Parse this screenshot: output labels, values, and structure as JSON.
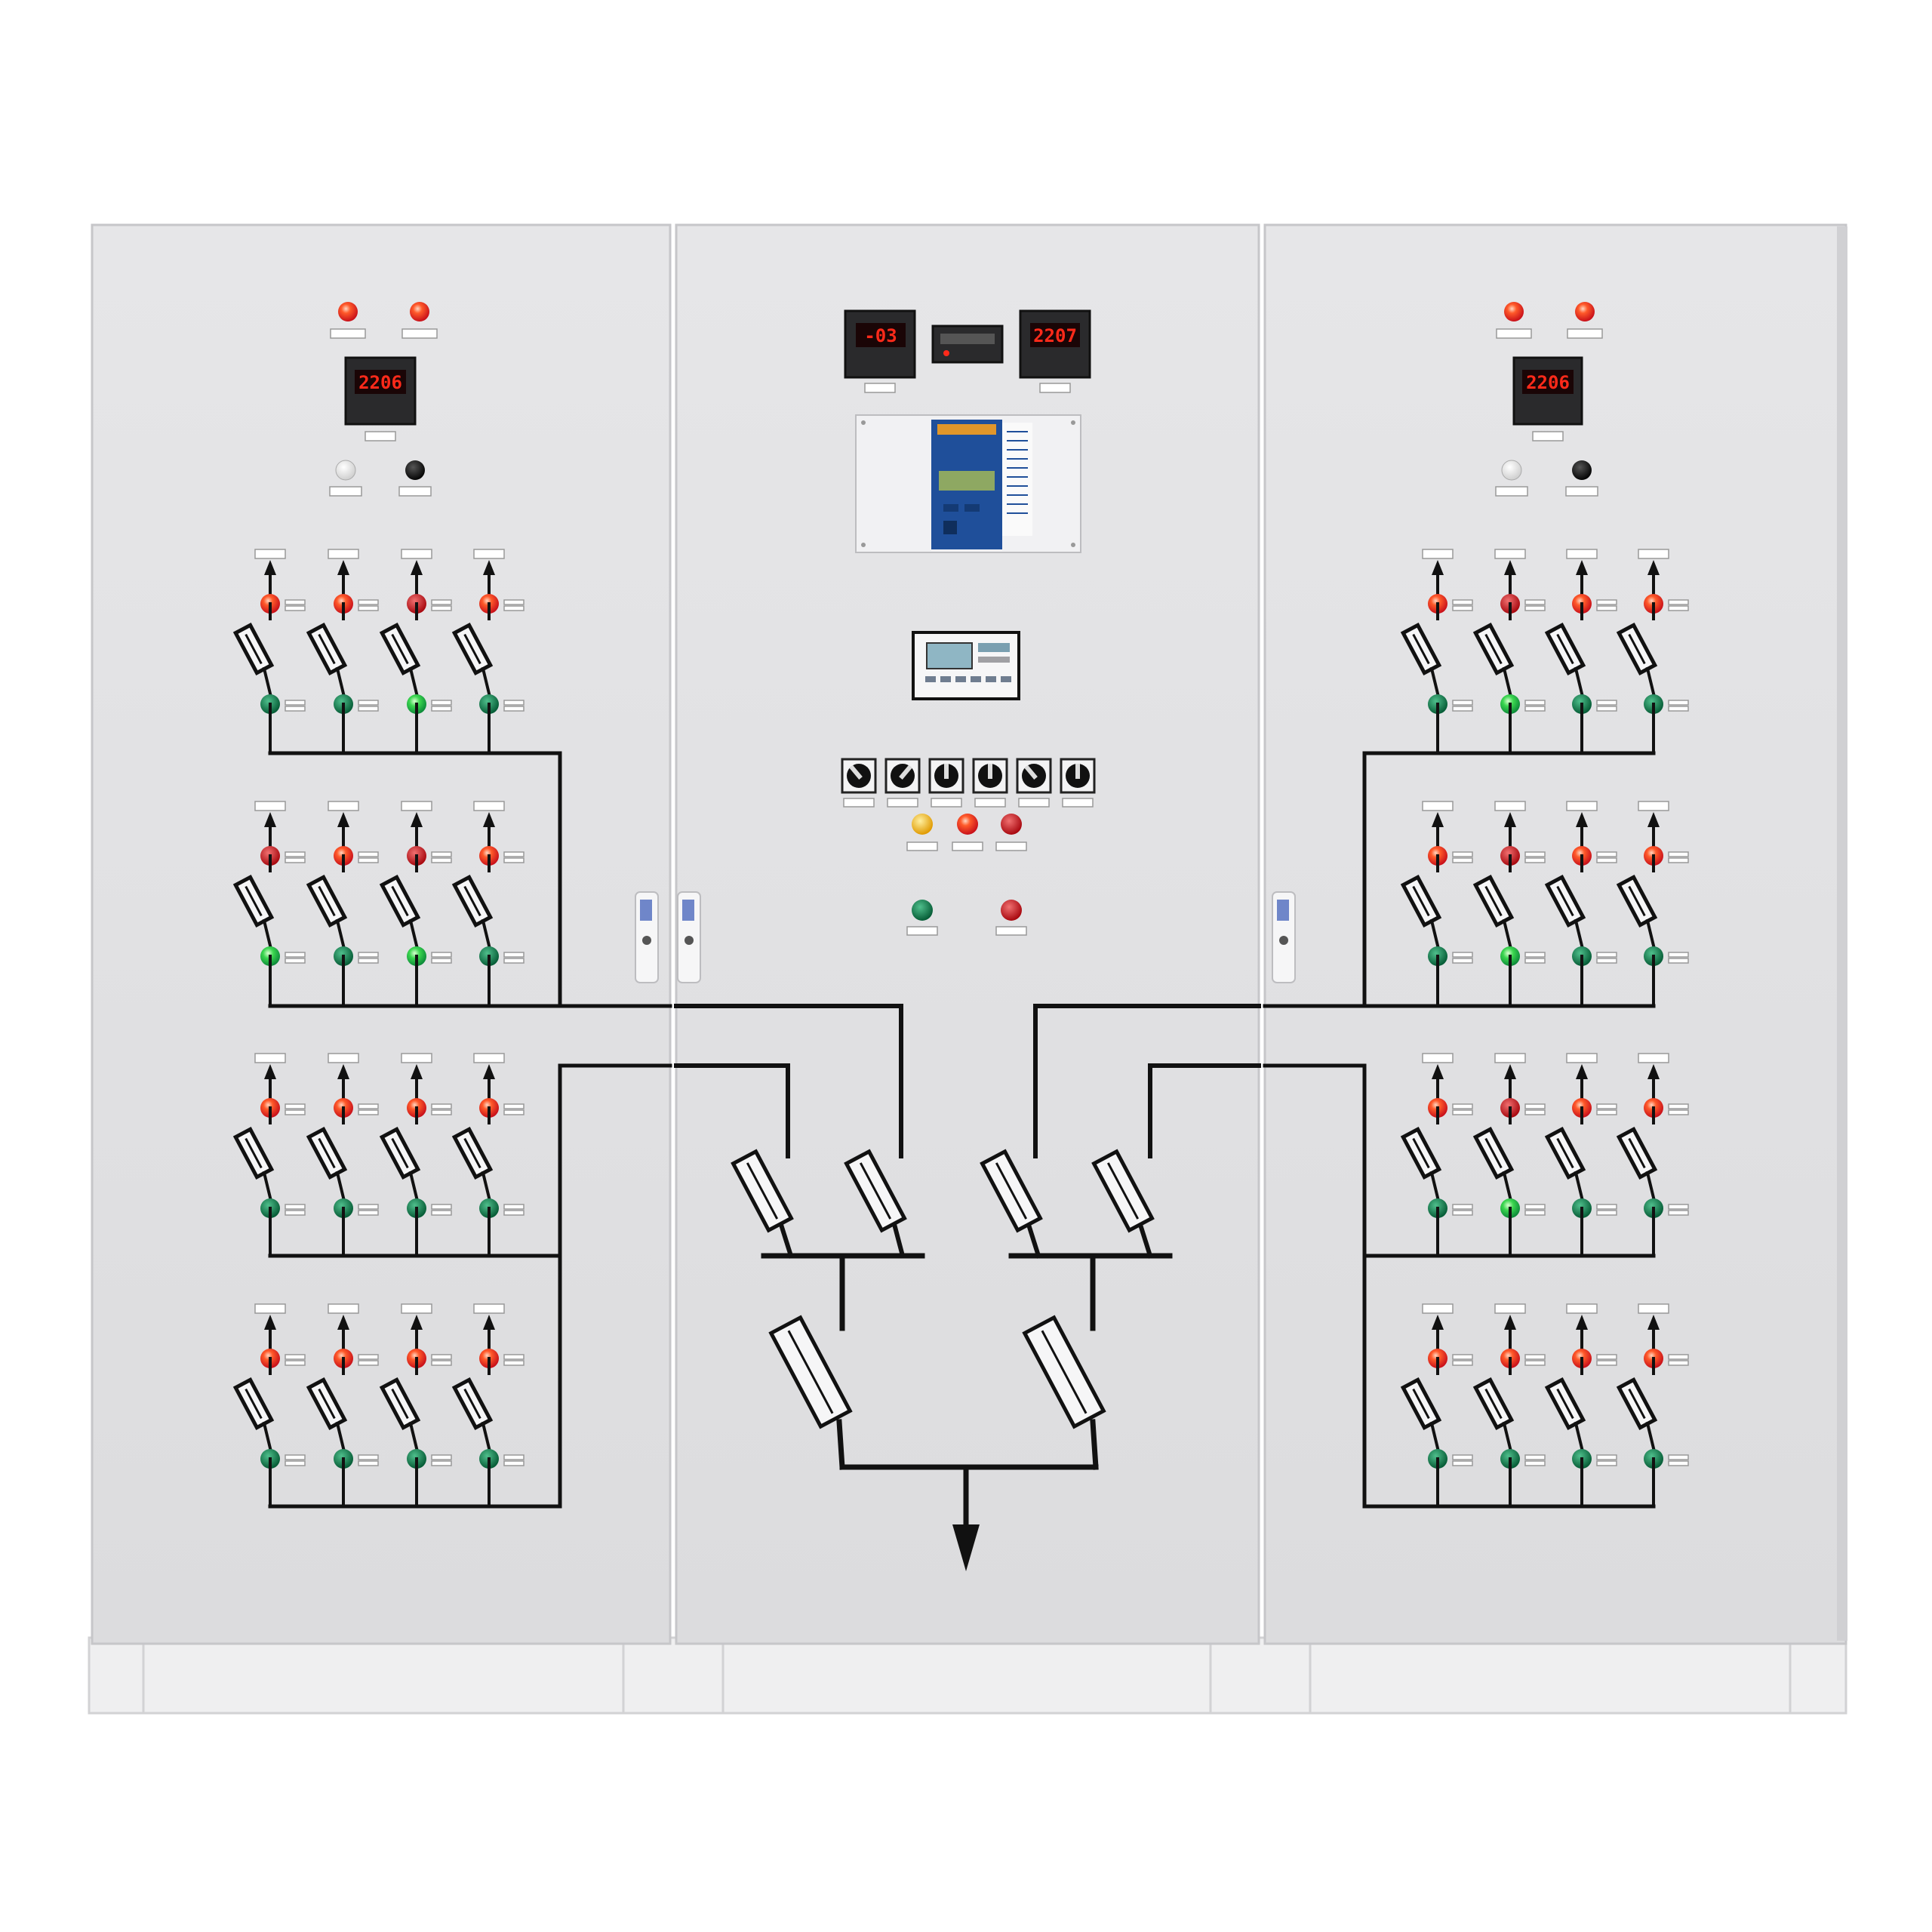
{
  "colors": {
    "background": "#ffffff",
    "cabinet": "#e4e4e6",
    "cabinet_edge": "#c9c9cc",
    "plinth": "#eeeeef",
    "busbar": "#111111",
    "led_red": "#ff3a22",
    "led_red_dim": "#c8101a",
    "led_green": "#0b7a4a",
    "led_green_lit": "#3bd64f",
    "led_amber": "#f4b400",
    "display_digits": "#ff2a1a",
    "display_bg": "#2a0608",
    "relay_blue": "#1f4f9a"
  },
  "meters": {
    "left_cabinet_voltage": "2206",
    "center_left_meter": "-03",
    "center_right_meter": "2207",
    "right_cabinet_voltage": "2206"
  },
  "relay": {
    "icon": "protection-relay-icon"
  },
  "controller": {
    "icon": "lcd-controller-icon"
  },
  "selector_switches": {
    "count": 6
  },
  "output_arrow": {
    "icon": "down-arrow-icon"
  }
}
